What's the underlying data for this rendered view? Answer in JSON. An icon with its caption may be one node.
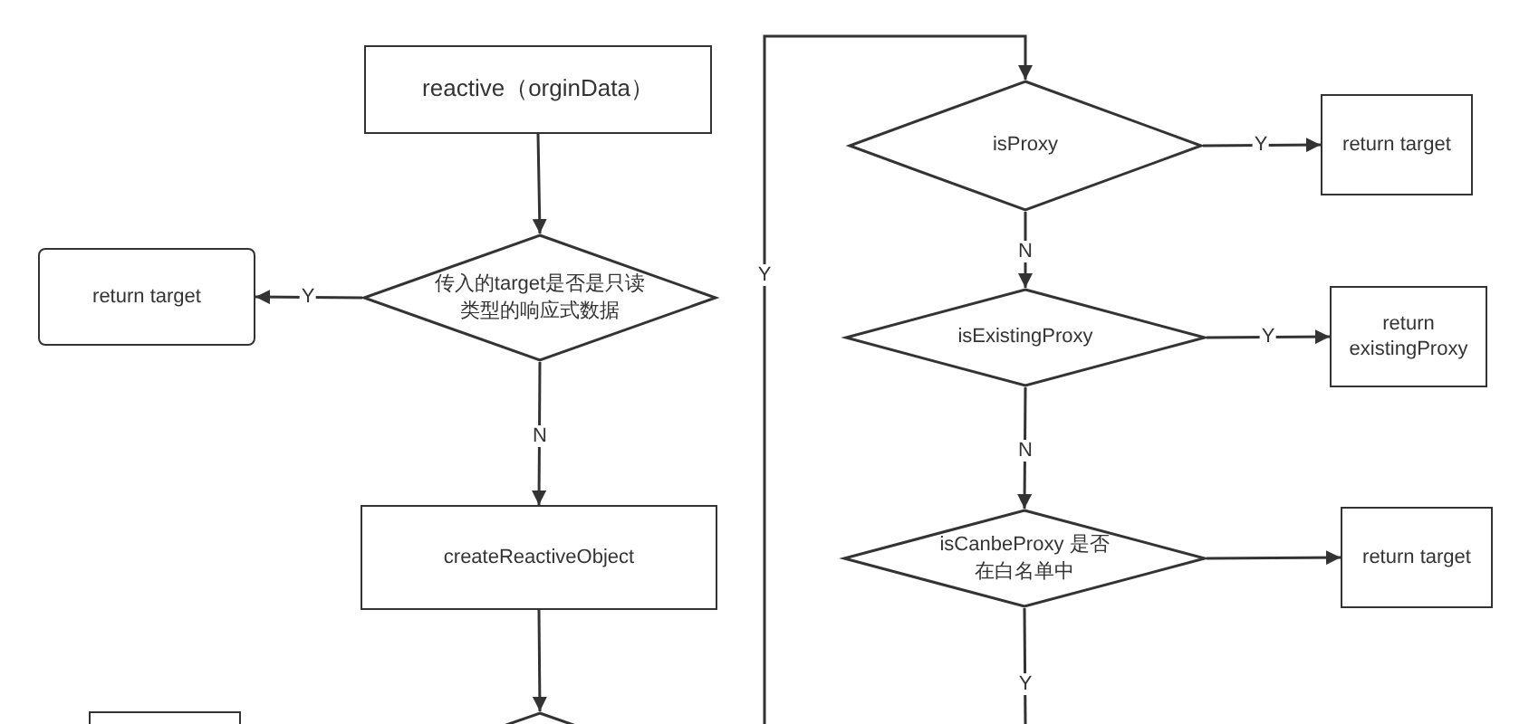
{
  "diagram": {
    "nodes": [
      {
        "text": [
          "reactive（orginData）"
        ]
      },
      {
        "text": [
          "传入的target是否是只读类型的响应式数据"
        ]
      },
      {
        "text": [
          "return target"
        ]
      },
      {
        "text": [
          "createReactiveObject"
        ]
      },
      {
        "text": [
          "isProxy"
        ]
      },
      {
        "text": [
          "return target"
        ]
      },
      {
        "text": [
          "isExistingProxy"
        ]
      },
      {
        "text": [
          "return existingProxy"
        ]
      },
      {
        "text": [
          "isCanbeProxy 是否在白名单中"
        ]
      },
      {
        "text": [
          "return target"
        ]
      },
      {
        "text": [],
        "shape": "box"
      },
      {
        "text": [],
        "shape": "diamond"
      }
    ],
    "edges": [
      {
        "from": 0,
        "to": 1,
        "arrow": "to"
      },
      {
        "from": 1,
        "to": 2,
        "arrow": "to",
        "label": "Y"
      },
      {
        "from": 1,
        "to": 3,
        "arrow": "to",
        "label": "N"
      },
      {
        "from": 3,
        "to": 11,
        "arrow": "to"
      },
      {
        "from": null,
        "to": 4,
        "arrow": "to",
        "label": "Y"
      },
      {
        "from": 4,
        "to": 5,
        "arrow": "to",
        "label": "Y"
      },
      {
        "from": 4,
        "to": 6,
        "arrow": "to",
        "label": "N"
      },
      {
        "from": 6,
        "to": 7,
        "arrow": "to",
        "label": "Y"
      },
      {
        "from": 6,
        "to": 8,
        "arrow": "to",
        "label": "N"
      },
      {
        "from": 8,
        "to": 9,
        "arrow": "to"
      },
      {
        "from": 8,
        "to": null,
        "arrow": "none",
        "label": "Y"
      }
    ]
  }
}
